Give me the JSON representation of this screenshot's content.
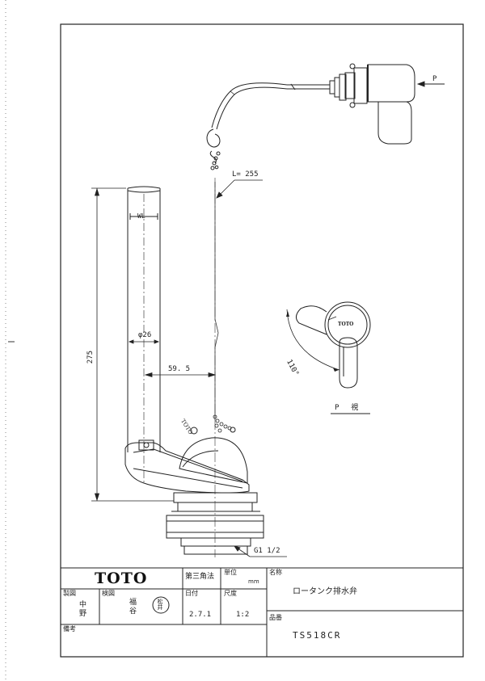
{
  "title_block": {
    "company": "TOTO",
    "projection": "第三角法",
    "unit_label": "単位",
    "unit_value": "mm",
    "name_label": "名称",
    "product_name": "ロータンク排水弁",
    "drafted_label": "製図",
    "drafted_by": "中\n野",
    "checked_label": "検図",
    "checked_by": "福\n谷",
    "approval_stamp": "松井",
    "date_label": "日付",
    "date_value": "2.7.1",
    "scale_label": "尺度",
    "scale_value": "1:2",
    "part_no_label": "品番",
    "part_no": "TS518CR",
    "remarks_label": "備考"
  },
  "dimensions": {
    "chain_length": "L= 255",
    "water_line": "WL",
    "pipe_diameter": "φ26",
    "overflow_height": "275",
    "center_offset": "59. 5",
    "thread_size": "G1 1/2",
    "lever_angle": "110°"
  },
  "annotations": {
    "view_arrow": "P",
    "view_caption": "P 視",
    "lever_logo": "TOTO",
    "flapper_logo": "TOTO"
  }
}
